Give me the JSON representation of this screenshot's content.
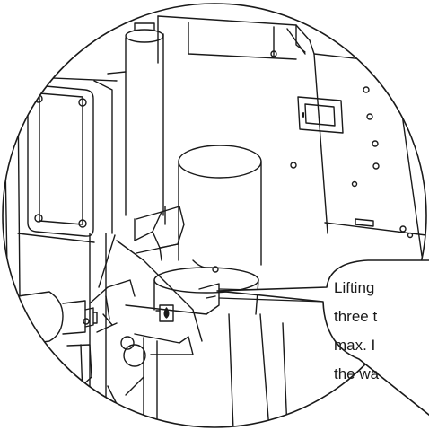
{
  "figure": {
    "callout_lines": [
      "Lifting",
      "three t",
      "max. I",
      "the wa"
    ],
    "colors": {
      "background": "#ffffff",
      "line": "#1a1a1a",
      "light_line": "#6b6b6b"
    },
    "icons": [
      "drop-in-container-icon"
    ]
  }
}
